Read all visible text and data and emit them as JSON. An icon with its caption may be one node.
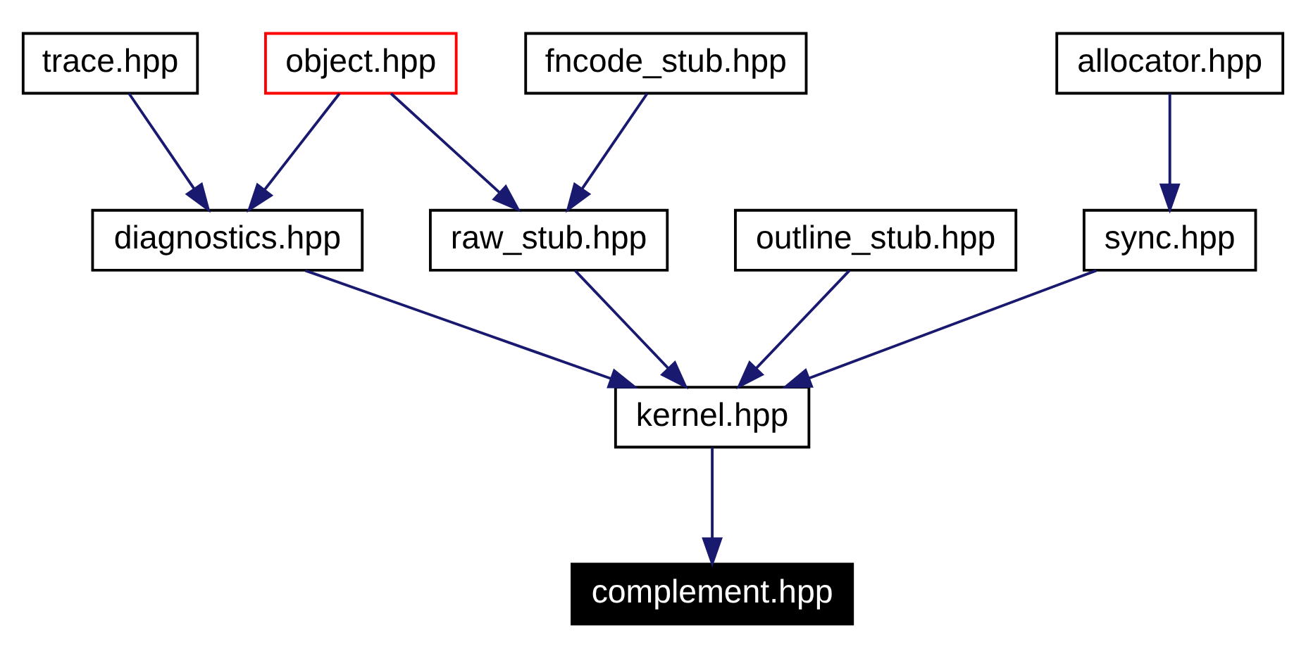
{
  "diagram": {
    "nodes": [
      {
        "text": [
          "trace.hpp"
        ]
      },
      {
        "text": [
          "object.hpp"
        ]
      },
      {
        "text": [
          "fncode_stub.hpp"
        ]
      },
      {
        "text": [
          "allocator.hpp"
        ]
      },
      {
        "text": [
          "diagnostics.hpp"
        ]
      },
      {
        "text": [
          "raw_stub.hpp"
        ]
      },
      {
        "text": [
          "outline_stub.hpp"
        ]
      },
      {
        "text": [
          "sync.hpp"
        ]
      },
      {
        "text": [
          "kernel.hpp"
        ]
      },
      {
        "text": [
          "complement.hpp"
        ]
      }
    ],
    "edges": [
      {
        "from": 0,
        "to": 4,
        "arrow": "to"
      },
      {
        "from": 1,
        "to": 4,
        "arrow": "to"
      },
      {
        "from": 1,
        "to": 5,
        "arrow": "to"
      },
      {
        "from": 2,
        "to": 5,
        "arrow": "to"
      },
      {
        "from": 3,
        "to": 7,
        "arrow": "to"
      },
      {
        "from": 4,
        "to": 8,
        "arrow": "to"
      },
      {
        "from": 5,
        "to": 8,
        "arrow": "to"
      },
      {
        "from": 6,
        "to": 8,
        "arrow": "to"
      },
      {
        "from": 7,
        "to": 8,
        "arrow": "to"
      },
      {
        "from": 8,
        "to": 9,
        "arrow": "to"
      }
    ]
  }
}
